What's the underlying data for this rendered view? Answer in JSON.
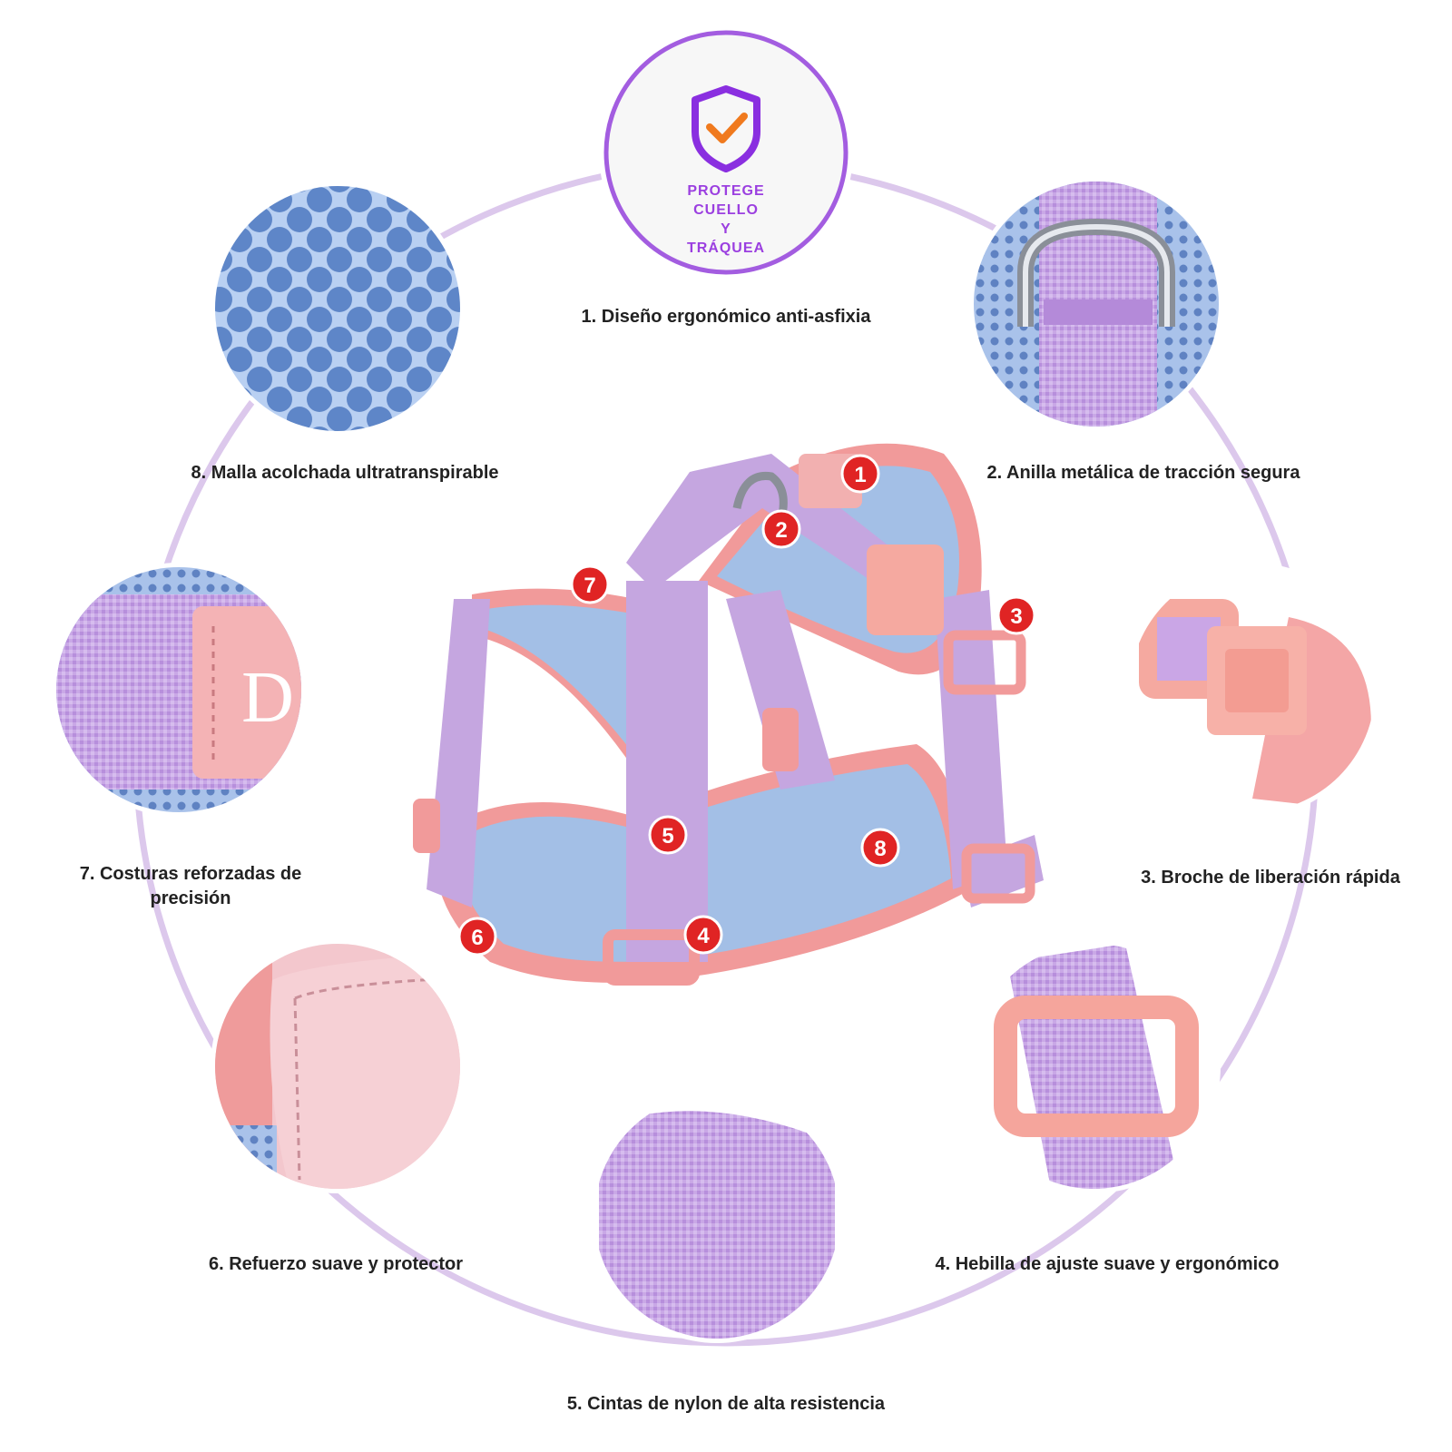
{
  "badge": {
    "lines": [
      "PROTEGE",
      "CUELLO",
      "Y",
      "TRÁQUEA"
    ],
    "icon": "shield-check-icon"
  },
  "features": [
    {
      "number": "1",
      "label": "1. Diseño ergonómico anti-asfixia"
    },
    {
      "number": "2",
      "label": "2. Anilla metálica de tracción segura"
    },
    {
      "number": "3",
      "label": "3. Broche de liberación rápida"
    },
    {
      "number": "4",
      "label": "4. Hebilla de ajuste suave y ergonómico"
    },
    {
      "number": "5",
      "label": "5. Cintas de nylon de alta resistencia"
    },
    {
      "number": "6",
      "label": "6. Refuerzo suave y protector"
    },
    {
      "number": "7",
      "label": "7. Costuras reforzadas de",
      "label_line2": "precisión"
    },
    {
      "number": "8",
      "label": "8. Malla acolchada ultratranspirable"
    }
  ],
  "colors": {
    "ring": "#d9c3ea",
    "badge_border": "#a35de0",
    "badge_text": "#9b3fe0",
    "check": "#f07a1e",
    "marker": "#e02424",
    "nylon": "#c5a6e0",
    "mesh": "#8fb0e0",
    "trim": "#f19a9a"
  }
}
